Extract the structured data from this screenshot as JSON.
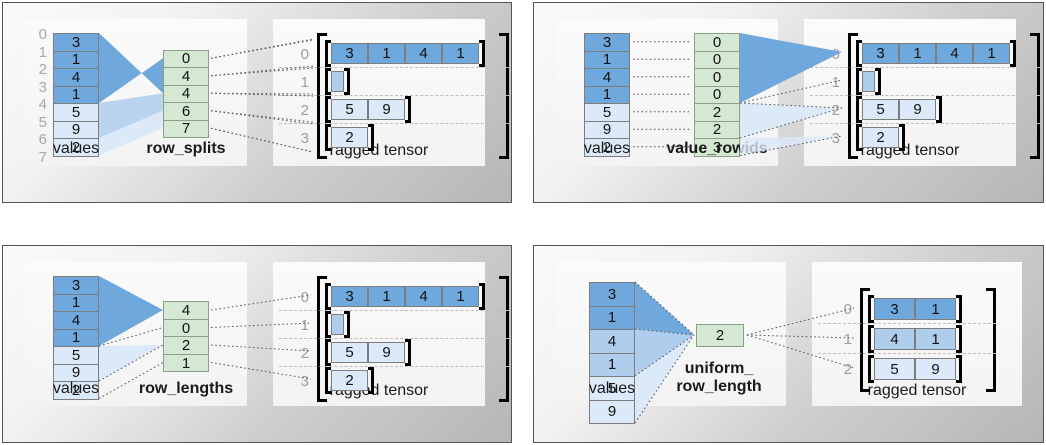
{
  "colors": {
    "blue_dark": "#6FA8DC",
    "blue_mid": "#AFCDEC",
    "blue_light": "#DCE9F8",
    "green": "#D5E8D4",
    "green_border": "#7d9d78",
    "cell_border": "#7d7d7d",
    "index_gray": "#a8a8a8",
    "bracket_black": "#000000",
    "panel_border": "#555555",
    "rule_gray": "#bdbdbd"
  },
  "panels": [
    {
      "id": "row-splits",
      "labels": {
        "values": "values",
        "partition": "row_splits",
        "tensor": "ragged tensor"
      },
      "values": {
        "items": [
          "3",
          "1",
          "4",
          "1",
          "5",
          "9",
          "2"
        ],
        "shades": [
          "dark",
          "dark",
          "dark",
          "dark",
          "light",
          "light",
          "light"
        ],
        "indices": [
          "0",
          "1",
          "2",
          "3",
          "4",
          "5",
          "6",
          "7"
        ],
        "show_indices": true
      },
      "partition": {
        "items": [
          "0",
          "4",
          "4",
          "6",
          "7"
        ]
      },
      "tensor": {
        "indices": [
          "0",
          "1",
          "2",
          "3"
        ],
        "rows": [
          {
            "cells": [
              "3",
              "1",
              "4",
              "1"
            ],
            "shade": "dark"
          },
          {
            "cells": [],
            "shade": "mid"
          },
          {
            "cells": [
              "5",
              "9"
            ],
            "shade": "light"
          },
          {
            "cells": [
              "2"
            ],
            "shade": "light"
          }
        ]
      }
    },
    {
      "id": "value-rowids",
      "labels": {
        "values": "values",
        "partition": "value_rowids",
        "tensor": "ragged tensor"
      },
      "values": {
        "items": [
          "3",
          "1",
          "4",
          "1",
          "5",
          "9",
          "2"
        ],
        "shades": [
          "dark",
          "dark",
          "dark",
          "dark",
          "light",
          "light",
          "light"
        ],
        "indices": [],
        "show_indices": false
      },
      "partition": {
        "items": [
          "0",
          "0",
          "0",
          "0",
          "2",
          "2",
          "3"
        ]
      },
      "tensor": {
        "indices": [
          "0",
          "1",
          "2",
          "3"
        ],
        "rows": [
          {
            "cells": [
              "3",
              "1",
              "4",
              "1"
            ],
            "shade": "dark"
          },
          {
            "cells": [],
            "shade": "mid"
          },
          {
            "cells": [
              "5",
              "9"
            ],
            "shade": "light"
          },
          {
            "cells": [
              "2"
            ],
            "shade": "light"
          }
        ]
      }
    },
    {
      "id": "row-lengths",
      "labels": {
        "values": "values",
        "partition": "row_lengths",
        "tensor": "ragged tensor"
      },
      "values": {
        "items": [
          "3",
          "1",
          "4",
          "1",
          "5",
          "9",
          "2"
        ],
        "shades": [
          "dark",
          "dark",
          "dark",
          "dark",
          "light",
          "light",
          "light"
        ],
        "indices": [],
        "show_indices": false
      },
      "partition": {
        "items": [
          "4",
          "0",
          "2",
          "1"
        ]
      },
      "tensor": {
        "indices": [
          "0",
          "1",
          "2",
          "3"
        ],
        "rows": [
          {
            "cells": [
              "3",
              "1",
              "4",
              "1"
            ],
            "shade": "dark"
          },
          {
            "cells": [],
            "shade": "mid"
          },
          {
            "cells": [
              "5",
              "9"
            ],
            "shade": "light"
          },
          {
            "cells": [
              "2"
            ],
            "shade": "light"
          }
        ]
      }
    },
    {
      "id": "uniform-row-length",
      "labels": {
        "values": "values",
        "partition": "uniform_\nrow_length",
        "partition_line1": "uniform_",
        "partition_line2": "row_length",
        "tensor": "ragged tensor"
      },
      "values": {
        "items": [
          "3",
          "1",
          "4",
          "1",
          "5",
          "9"
        ],
        "shades": [
          "dark",
          "dark",
          "mid",
          "mid",
          "light",
          "light"
        ],
        "indices": [],
        "show_indices": false
      },
      "partition": {
        "items": [
          "2"
        ]
      },
      "tensor": {
        "indices": [
          "0",
          "1",
          "2"
        ],
        "rows": [
          {
            "cells": [
              "3",
              "1"
            ],
            "shade": "dark"
          },
          {
            "cells": [
              "4",
              "1"
            ],
            "shade": "mid"
          },
          {
            "cells": [
              "5",
              "9"
            ],
            "shade": "light"
          }
        ]
      }
    }
  ]
}
